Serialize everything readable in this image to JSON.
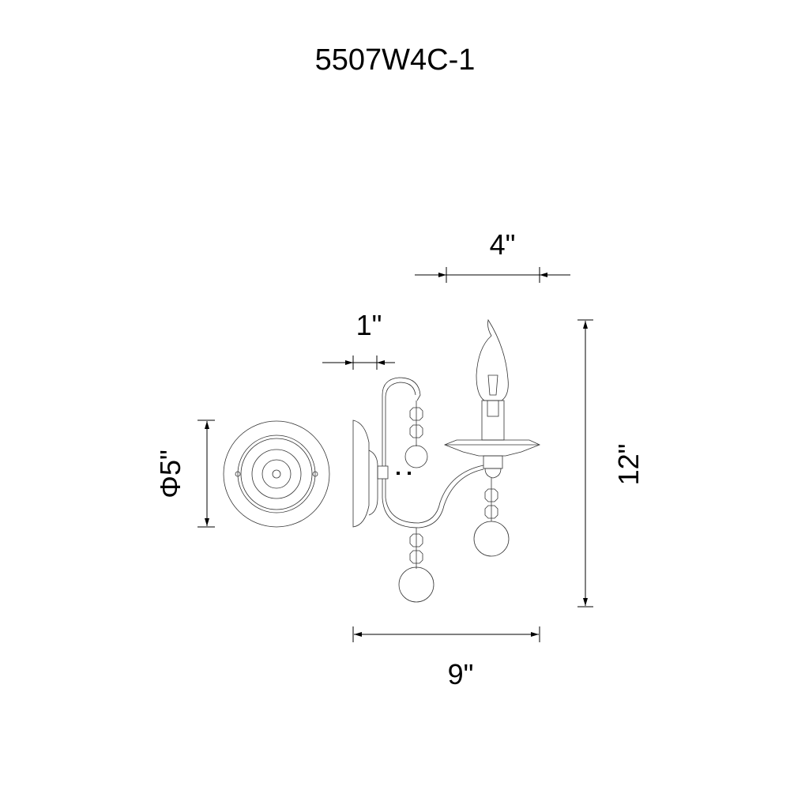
{
  "title": "5507W4C-1",
  "dimensions": {
    "cup_width": "4\"",
    "arm_offset": "1\"",
    "backplate_diameter": "Φ5\"",
    "height": "12\"",
    "depth": "9\""
  },
  "colors": {
    "line": "#000000",
    "background": "#ffffff"
  }
}
